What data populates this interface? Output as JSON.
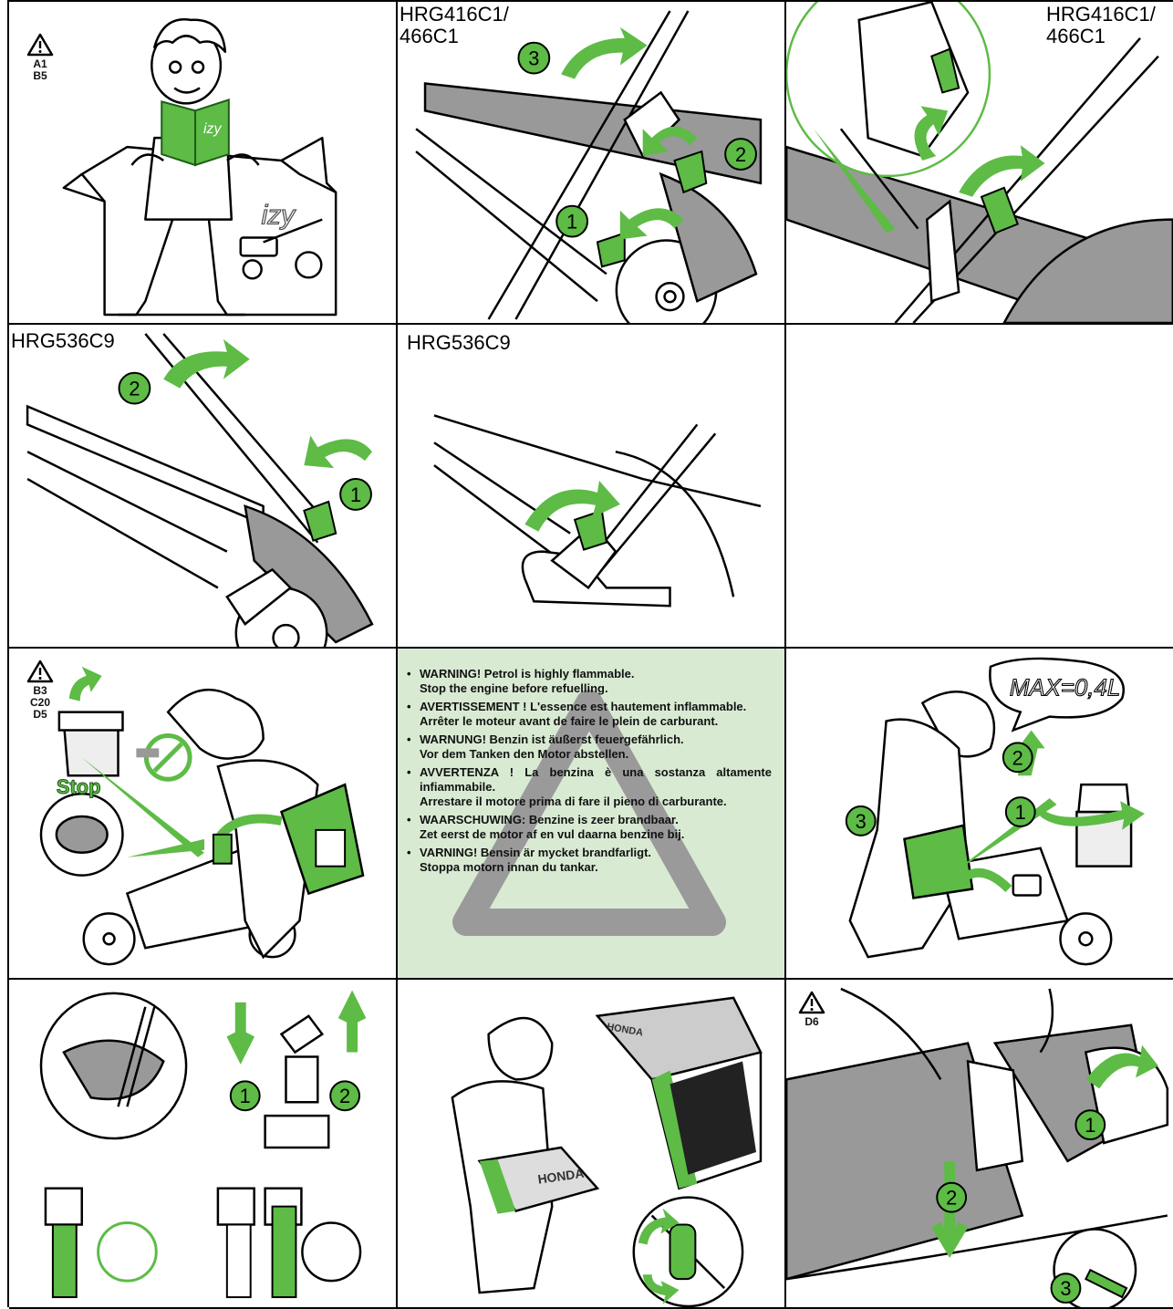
{
  "panels": {
    "p1": {
      "warning_codes": [
        "A1",
        "B5"
      ],
      "manual_logo": "izy",
      "box_logo": "izy"
    },
    "p2": {
      "model": "HRG416C1/\n466C1",
      "steps": [
        "1",
        "2",
        "3"
      ]
    },
    "p3": {
      "model": "HRG416C1/\n466C1"
    },
    "p4": {
      "model": "HRG536C9",
      "steps": [
        "1",
        "2"
      ]
    },
    "p5": {
      "model": "HRG536C9"
    },
    "p7": {
      "warning_codes": [
        "B3",
        "C20",
        "D5"
      ],
      "stop_label": "Stop"
    },
    "p8": {
      "warnings": [
        {
          "line1": "WARNING! Petrol is highly flammable.",
          "line2": "Stop the engine before refuelling."
        },
        {
          "line1": "AVERTISSEMENT ! L'essence est hautement inflammable.",
          "line2": "Arrêter le moteur avant de faire le plein de carburant."
        },
        {
          "line1": "WARNUNG! Benzin ist äußerst feuergefährlich.",
          "line2": "Vor dem Tanken den Motor abstellen."
        },
        {
          "line1": "AVVERTENZA ! La benzina è una sostanza altamente infiammabile.",
          "line2": "Arrestare il motore prima di fare il pieno di carburante."
        },
        {
          "line1": "WAARSCHUWING: Benzine is zeer brandbaar.",
          "line2": "Zet eerst de motor af en vul daarna benzine bij."
        },
        {
          "line1": "VARNING! Bensin är mycket brandfarligt.",
          "line2": "Stoppa motorn innan du tankar."
        }
      ]
    },
    "p9": {
      "capacity_label": "MAX=0,4L",
      "steps": [
        "1",
        "2",
        "3"
      ]
    },
    "p10": {
      "steps": [
        "1",
        "2"
      ]
    },
    "p11": {
      "bag_brand": "HONDA",
      "bag_brand_2": "HONDA"
    },
    "p12": {
      "warning_codes": [
        "D6"
      ],
      "steps": [
        "1",
        "2",
        "3"
      ]
    }
  },
  "colors": {
    "accent_green": "#5dbb46",
    "warning_bg": "#d9ead3",
    "grey_body": "#9a9a9a",
    "line": "#000000"
  }
}
